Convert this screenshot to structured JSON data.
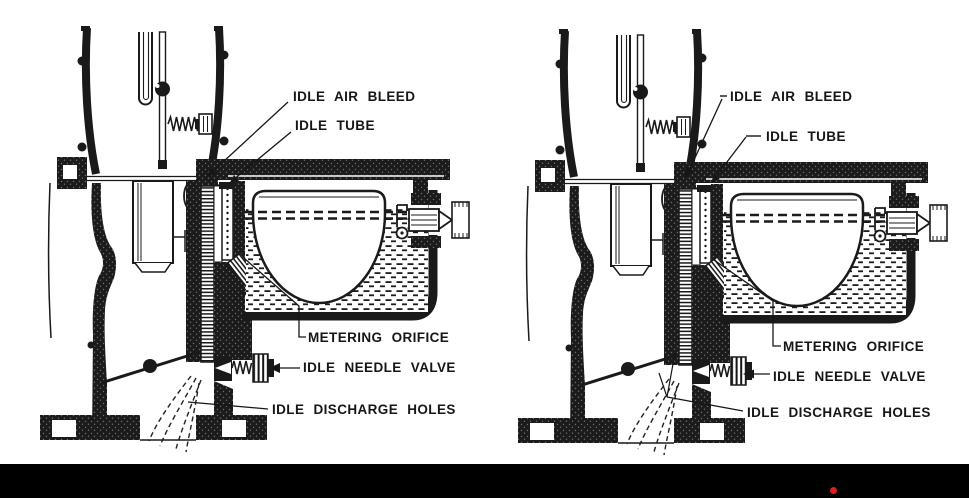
{
  "figure": {
    "type": "technical-illustration",
    "subject": "Carburetor idle fuel system cross-section, duplicated left and right",
    "ink_color": "#1a1a1a",
    "paper_color": "#ffffff",
    "left_diagram": {
      "labels": {
        "idle_air_bleed": "IDLE AIR BLEED",
        "idle_tube": "IDLE TUBE",
        "metering_orifice": "METERING ORIFICE",
        "idle_needle_valve": "IDLE NEEDLE VALVE",
        "idle_discharge_holes": "IDLE DISCHARGE HOLES"
      }
    },
    "right_diagram": {
      "labels": {
        "idle_air_bleed": "IDLE AIR BLEED",
        "idle_tube": "IDLE TUBE",
        "metering_orifice": "METERING ORIFICE",
        "idle_needle_valve": "IDLE NEEDLE VALVE",
        "idle_discharge_holes": "IDLE DISCHARGE HOLES"
      }
    }
  },
  "footer": {
    "bar_color": "#000000",
    "record_dot_color": "#de1e18"
  }
}
